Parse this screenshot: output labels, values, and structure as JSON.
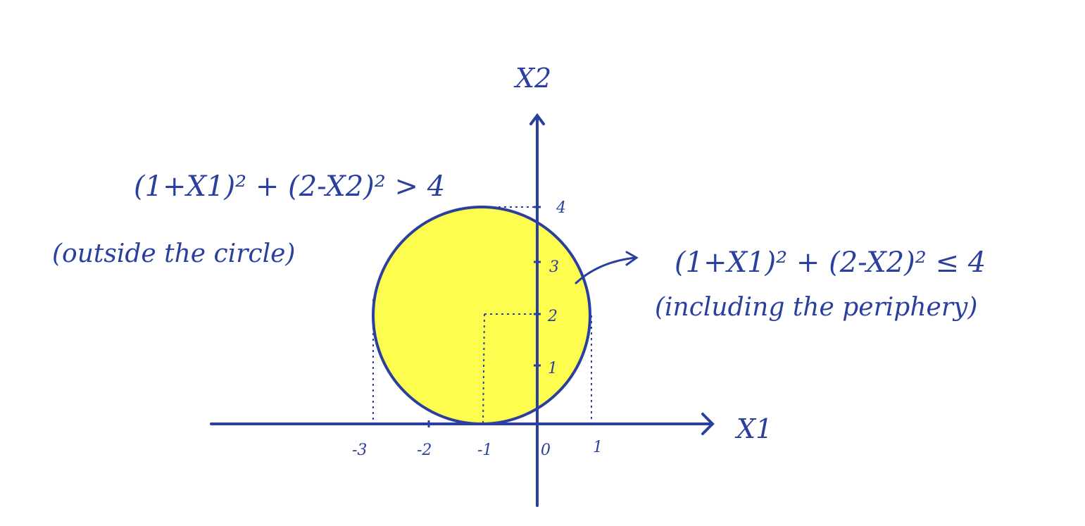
{
  "colors": {
    "ink": "#2a3f9e",
    "fill": "#fdfd50",
    "background": "#ffffff"
  },
  "axes": {
    "x_label": "X1",
    "y_label": "X2",
    "x_ticks": [
      "-3",
      "-2",
      "-1",
      "0",
      "1"
    ],
    "y_ticks": [
      "1",
      "2",
      "3",
      "4"
    ]
  },
  "circle": {
    "center": [
      -1,
      2
    ],
    "radius": 2,
    "fill_color": "#fdfd50"
  },
  "annotations": {
    "outside_equation": "(1+X1)² + (2-X2)² > 4",
    "outside_note": "(outside the circle)",
    "inside_equation": "(1+X1)² + (2-X2)² ≤ 4",
    "inside_note": "(including the periphery)"
  }
}
